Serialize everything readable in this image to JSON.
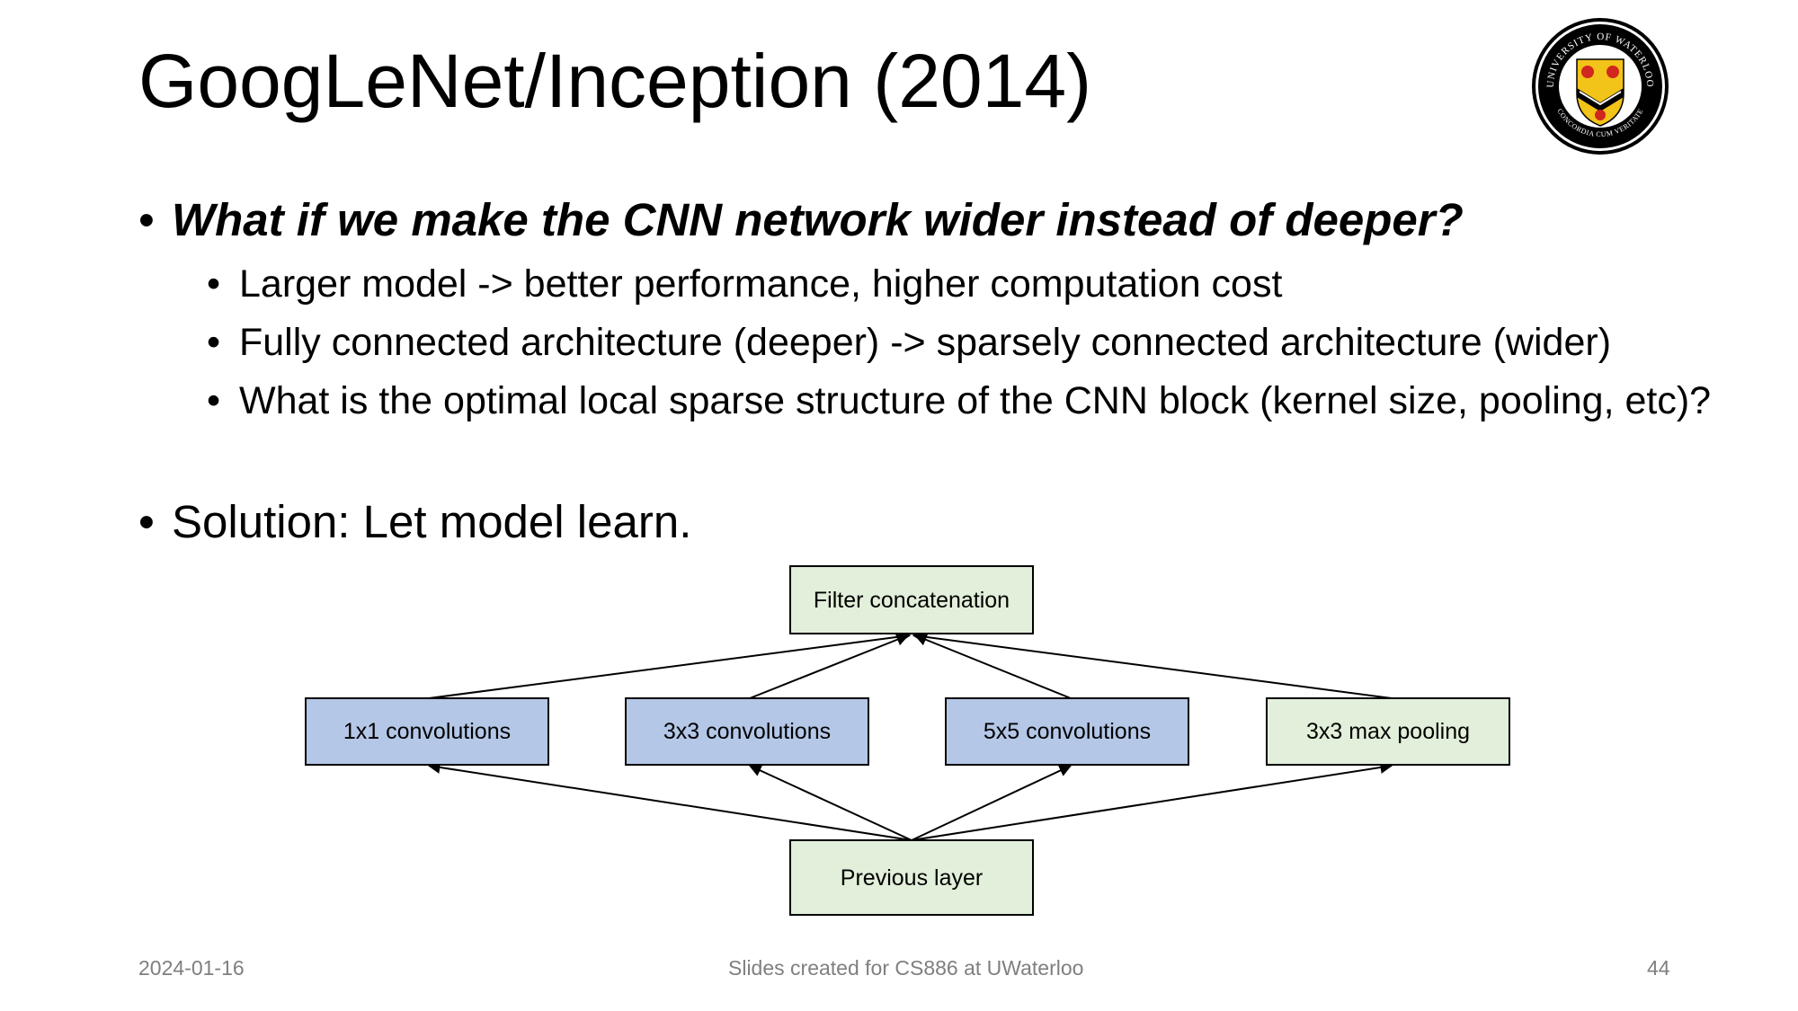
{
  "slide": {
    "title": "GoogLeNet/Inception (2014)",
    "logo": {
      "text_top": "UNIVERSITY OF WATERLOO",
      "text_bottom": "CONCORDIA CUM VERITATE"
    },
    "bullets": [
      {
        "marker": "•",
        "text": "What if we make the CNN network wider instead of deeper?",
        "sub": [
          {
            "marker": "•",
            "text": "Larger model -> better performance, higher computation cost"
          },
          {
            "marker": "•",
            "text": "Fully connected architecture (deeper) -> sparsely connected architecture (wider)"
          },
          {
            "marker": "•",
            "text": "What is the optimal local sparse structure of the CNN block (kernel size, pooling, etc)?"
          }
        ]
      },
      {
        "marker": "•",
        "text": "Solution: Let model learn."
      }
    ]
  },
  "diagram": {
    "top_box": "Filter concatenation",
    "middle_boxes": [
      "1x1 convolutions",
      "3x3 convolutions",
      "5x5 convolutions",
      "3x3 max pooling"
    ],
    "bottom_box": "Previous layer",
    "colors": {
      "green": "#e2efda",
      "blue": "#b4c7e7",
      "border": "#000000"
    }
  },
  "footer": {
    "date": "2024-01-16",
    "center": "Slides created for CS886 at UWaterloo",
    "page": "44"
  }
}
